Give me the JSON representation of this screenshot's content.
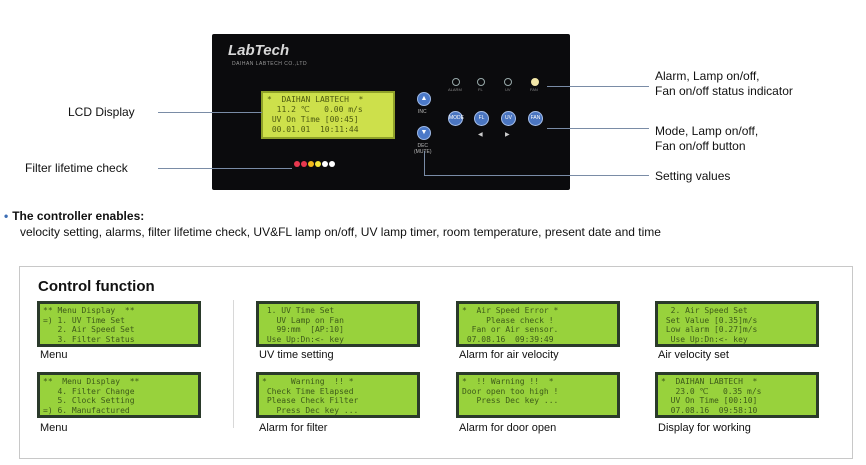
{
  "device": {
    "brand": "LabTech",
    "brand_sub": "DAIHAN LABTECH CO.,LTD",
    "lcd_lines": [
      "*  DAIHAN LABTECH  *",
      "  11.2 ℃   0.00 m/s",
      " UV On Time [00:45]",
      " 00.01.01  10:11:44"
    ],
    "inc_label": "INC",
    "dec_label": "DEC\n(MUTE)",
    "inc_arrow": "▲",
    "dec_arrow": "▼",
    "indicators": [
      "ALARM",
      "FL",
      "UV",
      "FAN"
    ],
    "buttons": [
      "MODE",
      "FL",
      "UV",
      "FAN"
    ],
    "mini_arrows": [
      "◀",
      "▶"
    ],
    "filter_colors": [
      "#e8384f",
      "#e8384f",
      "#f3b91c",
      "#f5e63b",
      "#ffffff",
      "#ffffff"
    ]
  },
  "callouts": {
    "lcd_display": "LCD Display",
    "filter_lifetime": "Filter lifetime check",
    "status_indicator": [
      "Alarm, Lamp on/off,",
      "Fan on/off status indicator"
    ],
    "mode_buttons": [
      "Mode, Lamp on/off,",
      "Fan on/off button"
    ],
    "setting_values": "Setting values"
  },
  "enables": {
    "title": "The controller enables:",
    "desc": "velocity setting, alarms, filter lifetime check, UV&FL lamp on/off, UV lamp timer, room temperature, present date and time"
  },
  "control_function": {
    "title": "Control function",
    "screens": [
      {
        "caption": "Menu",
        "lines": [
          "** Menu Display  **",
          "=) 1. UV Time Set",
          "   2. Air Speed Set",
          "   3. Filter Status"
        ]
      },
      {
        "caption": "UV time setting",
        "lines": [
          " 1. UV Time Set",
          "   UV Lamp on Fan",
          "   99:mm  [AP:10]",
          " Use Up:Dn:<- key"
        ]
      },
      {
        "caption": "Alarm for air velocity",
        "lines": [
          "*  Air Speed Error *",
          "     Please check !",
          "  Fan or Air sensor.",
          " 07.08.16  09:39:49"
        ]
      },
      {
        "caption": "Air velocity set",
        "lines": [
          "  2. Air Speed Set",
          " Set Value [0.35]m/s",
          " Low alarm [0.27]m/s",
          "  Use Up:Dn:<- key"
        ]
      },
      {
        "caption": "Menu",
        "lines": [
          "**  Menu Display  **",
          "   4. Filter Change",
          "   5. Clock Setting",
          "=) 6. Manufactured"
        ]
      },
      {
        "caption": "Alarm for filter",
        "lines": [
          "*     Warning  !! *",
          " Check Time Elapsed",
          " Please Check Filter",
          "   Press Dec key ..."
        ]
      },
      {
        "caption": "Alarm for door open",
        "lines": [
          "*  !! Warning !!  *",
          "",
          "Door open too high !",
          "   Press Dec key ..."
        ]
      },
      {
        "caption": "Display for working",
        "lines": [
          "*  DAIHAN LABTECH  *",
          "   23.0 ℃   0.35 m/s",
          "  UV On Time [00:10]",
          "  07.08.16  09:58:10"
        ]
      }
    ]
  }
}
